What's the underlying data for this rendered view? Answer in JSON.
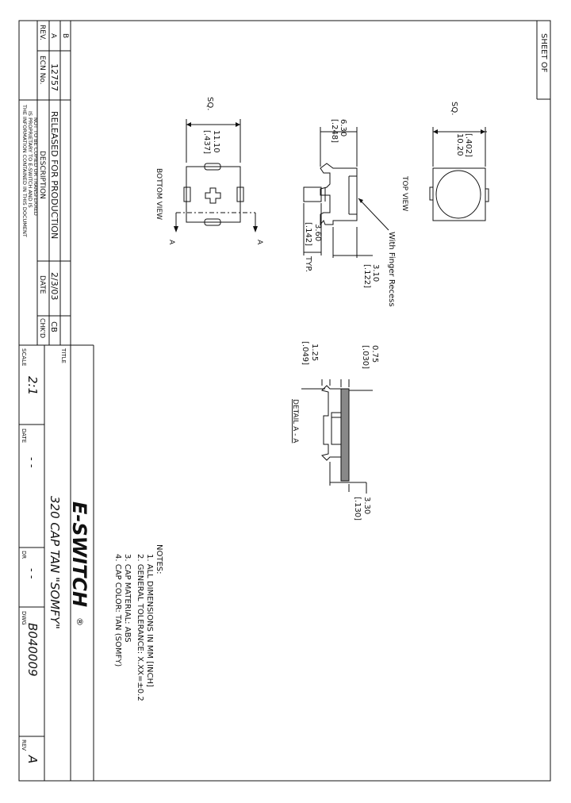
{
  "sheet_box": {
    "label": "SHEET  OF"
  },
  "revision_block": {
    "header": {
      "rev": "REV.",
      "ecn": "ECN  No.",
      "description": "DESCRIPTION",
      "date": "DATE",
      "chkd": "CHK'D"
    },
    "rows": [
      {
        "rev": "A",
        "ecn": "12757",
        "description": "RELEASED  FOR  PRODUCTION",
        "date": "2/3/03",
        "chkd": "CB"
      },
      {
        "rev": "B",
        "ecn": "",
        "description": "",
        "date": "",
        "chkd": ""
      }
    ],
    "proprietary_lines": [
      "THE INFORMATION CONTAINED IN THIS DOCUMENT",
      "IS PROPRIETARY TO E-SWITCH AND IS",
      "NOT TO BE COPIED OR TRANSFERRED"
    ]
  },
  "title_block": {
    "title_label": "TITLE",
    "title": "320  CAP  TAN  \"SOMFY\"",
    "logo_text": "E-SWITCH",
    "logo_mark": "®",
    "scale_label": "SCALE",
    "scale": "2:1",
    "date_label": "DATE",
    "date": "- -",
    "dr_label": "DR",
    "dr": "- -",
    "dwg_label": "DWG",
    "dwg": "B040009",
    "rev_label": "REV",
    "rev": "A"
  },
  "views": {
    "top_view": "TOP  VIEW",
    "bottom_view": "BOTTOM  VIEW",
    "detail": "DETAIL  A - A",
    "finger_recess": "With  Finger  Recess",
    "section_marker": "A"
  },
  "dimensions": {
    "top_sq": {
      "prefix": "SQ.",
      "mm": "10.20",
      "inch": "[.402]"
    },
    "bottom_sq": {
      "prefix": "SQ.",
      "mm": "11.10",
      "inch": "[.437]"
    },
    "height": {
      "mm": "6.30",
      "inch": "[.248]"
    },
    "depth": {
      "mm": "3.10",
      "inch": "[.122]"
    },
    "pin": {
      "mm": "3.60",
      "inch": "[.142]",
      "suffix": "TYP."
    },
    "detail_wall": {
      "mm": "0.75",
      "inch": "[.030]"
    },
    "detail_offset": {
      "mm": "1.25",
      "inch": "[.049]"
    },
    "detail_depth": {
      "mm": "3.30",
      "inch": "[.130]"
    }
  },
  "notes": {
    "heading": "NOTES:",
    "items": [
      "1.  ALL  DIMENSIONS  IN  MM  [INCH]",
      "2.  GENERAL  TOLERANCE:       X.XX=±0.2",
      "3.  CAP  MATERIAL: ABS",
      "4.  CAP  COLOR:  TAN  (SOMFY)"
    ]
  }
}
